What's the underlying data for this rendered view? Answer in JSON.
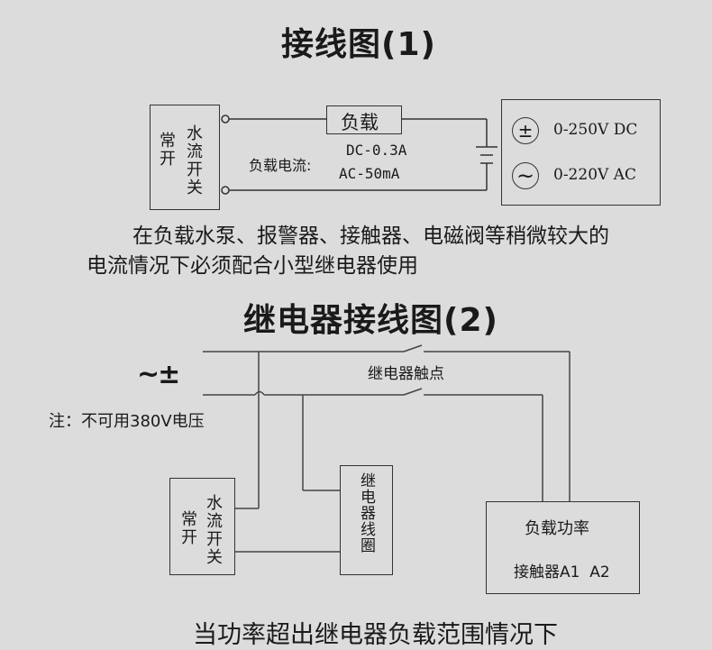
{
  "diagram1": {
    "title": "接线图(1)",
    "switch_no": "常开",
    "switch_name": "水流开关",
    "load_label": "负载",
    "current_label": "负载电流:",
    "current_dc": "DC-0.3A",
    "current_ac": "AC-50mA",
    "supply_dc_symbol": "±",
    "supply_dc": "0-250V DC",
    "supply_ac_symbol": "~",
    "supply_ac": "0-220V AC"
  },
  "note_line1": "在负载水泵、报警器、接触器、电磁阀等稍微较大的",
  "note_line2": "电流情况下必须配合小型继电器使用",
  "diagram2": {
    "title": "继电器接线图(2)",
    "supply_symbol": "~±",
    "contact_label": "继电器触点",
    "warning": "注：不可用380V电压",
    "switch_no": "常开",
    "switch_name": "水流开关",
    "relay_coil": "继电器线圈",
    "load_power": "负载功率",
    "contactor": "接触器A1  A2"
  },
  "footer_text": "当功率超出继电器负载范围情况下"
}
